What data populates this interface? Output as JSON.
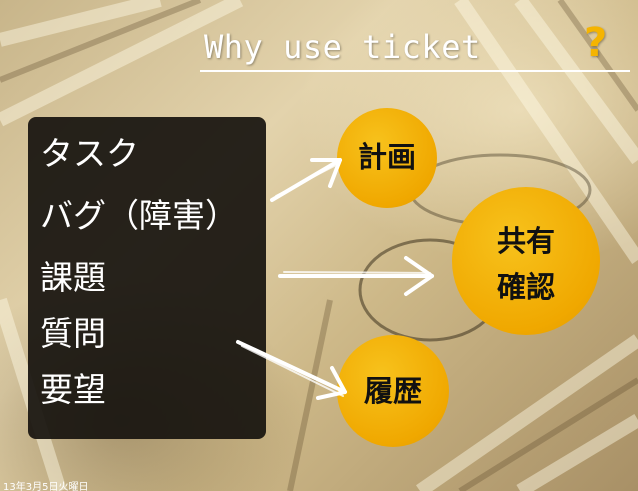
{
  "title": {
    "text": "Why use ticket",
    "question_mark": "?"
  },
  "list": {
    "items": [
      "タスク",
      "バグ（障害）",
      "課題",
      "質問",
      "要望"
    ]
  },
  "circles": {
    "plan": "計画",
    "share_line1": "共有",
    "share_line2": "確認",
    "history": "履歴"
  },
  "footer": {
    "date": "13年3月5日火曜日"
  },
  "colors": {
    "accent": "#f5b400",
    "circle": "#f0a800",
    "list_bg": "#16120e",
    "text_light": "#ffffff",
    "text_dark": "#111111"
  }
}
